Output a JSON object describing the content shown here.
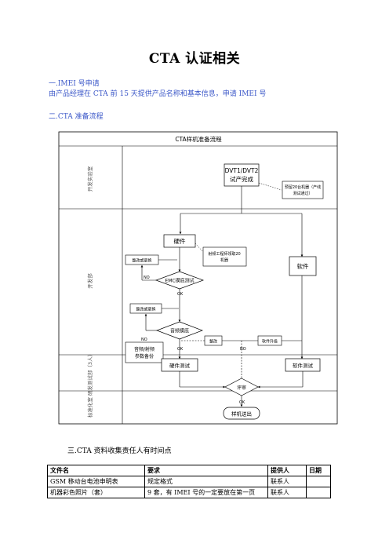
{
  "document": {
    "title": "CTA 认证相关",
    "section1": {
      "heading": "一.IMEI 号申请",
      "text": "由产品经理在 CTA 前 15 天提供产品名称和基本信息，申请 IMEI 号"
    },
    "section2": {
      "heading": "二.CTA 准备流程"
    },
    "section3": {
      "heading": "三.CTA 资料收集责任人有时间点"
    }
  },
  "flowchart": {
    "title": "CTA样机准备流程",
    "lanes": [
      "开发实验室",
      "开发部",
      "研发测试部（3人）",
      "标准化室"
    ],
    "nodes": {
      "dvt_line1": "DVT1/DVT2",
      "dvt_line2": "试产完成",
      "pilot_line1": "预留20台机器（产线",
      "pilot_line2": "测试通过）",
      "hardware": "硬件",
      "rf_line1": "射频工程师领取20",
      "rf_line2": "机器",
      "software": "软件",
      "modify_replace_1": "整改或更换",
      "emc": "EMC摸底测试",
      "modify_replace_2": "整改或更换",
      "audio": "音频摸底",
      "audio_rf_line1": "音频/射频",
      "audio_rf_line2": "参数备份",
      "rectify": "整改",
      "software_upgrade": "软件升级",
      "hw_test": "硬件测试",
      "sw_test": "软件测试",
      "review": "评审",
      "release": "样机送出"
    },
    "labels": {
      "no1": "NO",
      "ok1": "OK",
      "no2": "NO",
      "ok2": "OK",
      "no3": "NO",
      "ok3": "OK"
    }
  },
  "table": {
    "headers": [
      "文件名",
      "要求",
      "提供人",
      "日期"
    ],
    "rows": [
      [
        "GSM 移动台电池申明表",
        "规定格式",
        "联系人",
        ""
      ],
      [
        "机器彩色照片（套）",
        "9 套，有 IMEI 号的一定要放在第一页",
        "联系人",
        ""
      ]
    ]
  }
}
